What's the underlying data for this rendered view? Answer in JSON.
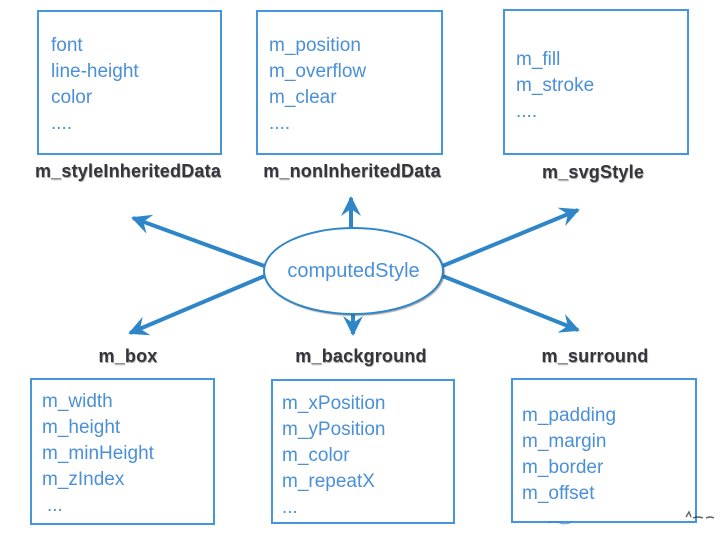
{
  "diagram": {
    "center": {
      "label": "computedStyle"
    },
    "top_boxes": [
      {
        "label": "m_styleInheritedData",
        "items": [
          "font",
          "line-height",
          "color",
          "...."
        ]
      },
      {
        "label": "m_nonInheritedData",
        "items": [
          "m_position",
          "m_overflow",
          "m_clear",
          "...."
        ]
      },
      {
        "label": "m_svgStyle",
        "items": [
          "m_fill",
          "m_stroke",
          "...."
        ]
      }
    ],
    "bottom_boxes": [
      {
        "label": "m_box",
        "items": [
          "m_width",
          "m_height",
          "m_minHeight",
          "m_zIndex",
          "..."
        ]
      },
      {
        "label": "m_background",
        "items": [
          "m_xPosition",
          "m_yPosition",
          "m_color",
          "m_repeatX",
          "..."
        ]
      },
      {
        "label": "m_surround",
        "items": [
          "m_padding",
          "m_margin",
          "m_border",
          "m_offset"
        ]
      }
    ],
    "colors": {
      "box_border": "#4596DD",
      "box_text": "#4A90D8",
      "label_text": "#35353D",
      "arrow": "#2E86C9",
      "background": "#FFFFFF"
    }
  }
}
